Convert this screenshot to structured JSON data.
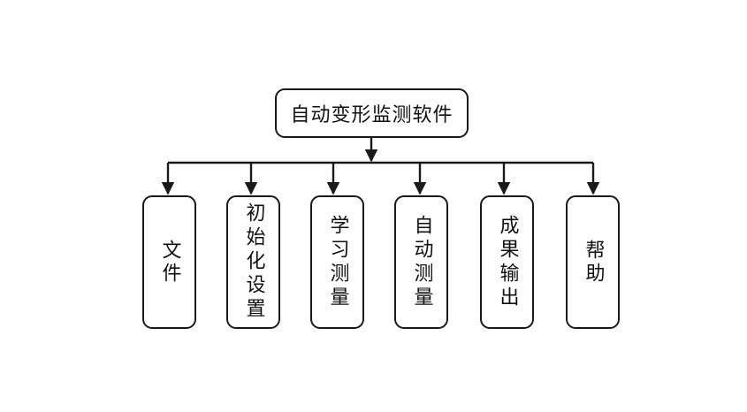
{
  "diagram": {
    "root": {
      "label": "自动变形监测软件"
    },
    "children": [
      {
        "label": "文件"
      },
      {
        "label": "初始化设置"
      },
      {
        "label": "学习测量"
      },
      {
        "label": "自动测量"
      },
      {
        "label": "成果输出"
      },
      {
        "label": "帮助"
      }
    ]
  },
  "colors": {
    "line": "#1a1a1a",
    "background": "#ffffff"
  }
}
